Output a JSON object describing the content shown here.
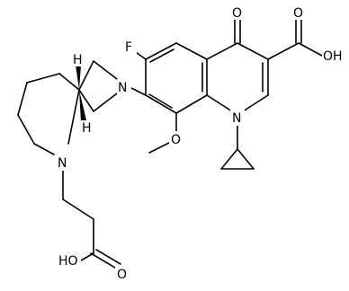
{
  "molecule": {
    "atoms": {
      "O_keto": "O",
      "O_acid1": "O",
      "OH_acid1": "OH",
      "F": "F",
      "N_pyrrolidine": "N",
      "N_quinoline": "N",
      "O_methoxy": "O",
      "N_piperidine": "N",
      "HO_acid2": "HO",
      "O_acid2": "O",
      "H_top": "H",
      "H_bottom": "H"
    }
  }
}
